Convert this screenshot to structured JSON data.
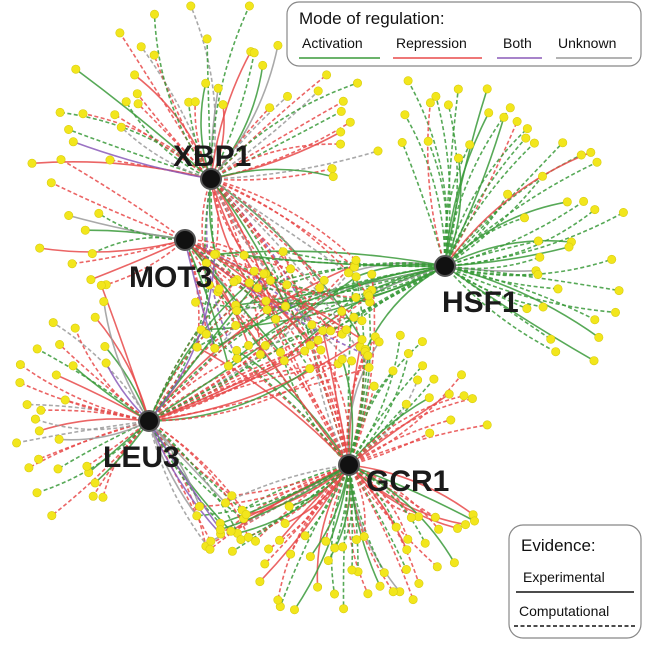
{
  "hubs": [
    {
      "id": "xbp1",
      "label": "XBP1"
    },
    {
      "id": "mot3",
      "label": "MOT3"
    },
    {
      "id": "hsf1",
      "label": "HSF1"
    },
    {
      "id": "leu3",
      "label": "LEU3"
    },
    {
      "id": "gcr1",
      "label": "GCR1"
    }
  ],
  "legend_mode": {
    "title": "Mode of regulation:",
    "items": [
      {
        "label": "Activation",
        "color": "#3a9a3a"
      },
      {
        "label": "Repression",
        "color": "#e84a4a"
      },
      {
        "label": "Both",
        "color": "#8a5ab8"
      },
      {
        "label": "Unknown",
        "color": "#9a9a9a"
      }
    ]
  },
  "legend_evidence": {
    "title": "Evidence:",
    "items": [
      {
        "label": "Experimental",
        "style": "solid"
      },
      {
        "label": "Computational",
        "style": "dashed"
      }
    ]
  },
  "colors": {
    "node_fill": "#f2e61c",
    "node_stroke": "#d8cc10",
    "hub_fill": "#111111",
    "activation": "#3a9a3a",
    "repression": "#e84a4a",
    "both": "#8a5ab8",
    "unknown": "#9a9a9a"
  }
}
